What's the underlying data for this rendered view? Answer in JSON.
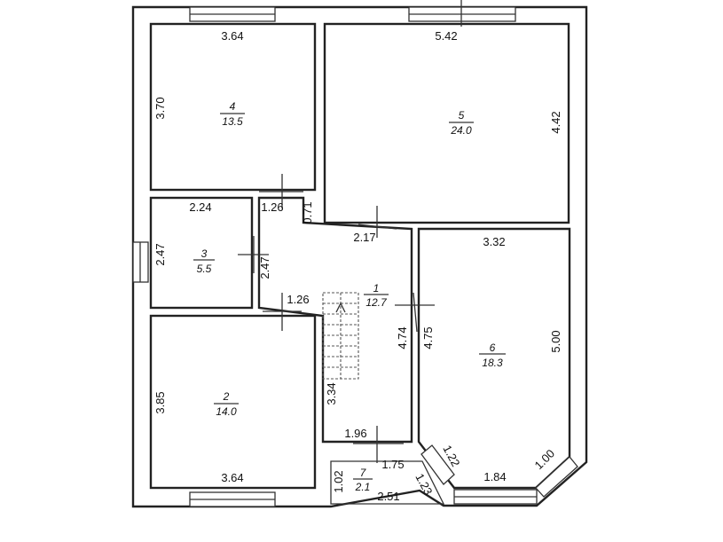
{
  "rooms": [
    {
      "number": "1",
      "area": "12.7"
    },
    {
      "number": "2",
      "area": "14.0"
    },
    {
      "number": "3",
      "area": "5.5"
    },
    {
      "number": "4",
      "area": "13.5"
    },
    {
      "number": "5",
      "area": "24.0"
    },
    {
      "number": "6",
      "area": "18.3"
    },
    {
      "number": "7",
      "area": "2.1"
    }
  ],
  "dimensions": {
    "r4_top": "3.64",
    "r4_left": "3.70",
    "r5_top": "5.42",
    "r5_right": "4.42",
    "r3_top": "2.24",
    "r3_left": "2.47",
    "r3_right": "2.47",
    "door_126_upper": "1.26",
    "door_071": "0.71",
    "hall_217": "2.17",
    "door_126_lower": "1.26",
    "r2_left": "3.85",
    "r2_bottom": "3.64",
    "hall_334": "3.34",
    "hall_196": "1.96",
    "hall_474": "4.74",
    "r6_left": "4.75",
    "r6_top": "3.32",
    "r6_right": "5.00",
    "bay_122": "1.22",
    "bay_184": "1.84",
    "bay_100": "1.00",
    "bay_123": "1.23",
    "r7_175": "1.75",
    "r7_102": "1.02",
    "r7_251": "2.51"
  }
}
